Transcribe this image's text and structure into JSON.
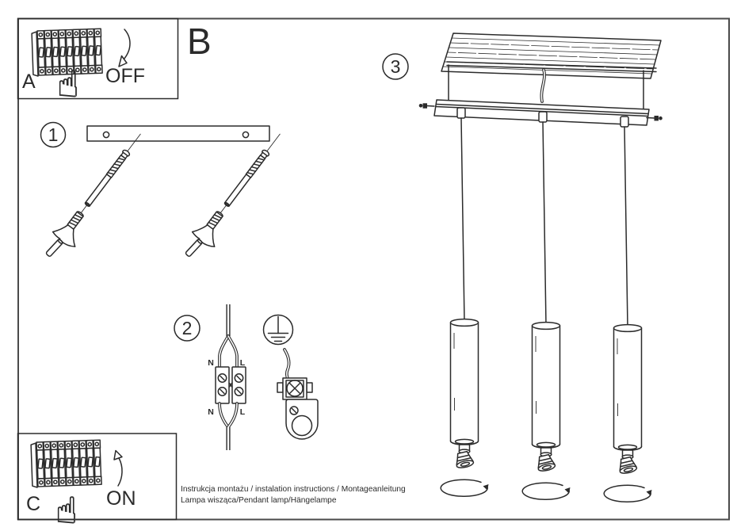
{
  "document": {
    "title_letter": "B",
    "footer_line1": "Instrukcja montażu / instalation instructions / Montageanleitung",
    "footer_line2": "Lampa wisząca/Pendant lamp/Hängelampe"
  },
  "panel_a": {
    "label": "A",
    "action": "OFF"
  },
  "panel_c": {
    "label": "C",
    "action": "ON"
  },
  "step_numbers": {
    "one": "1",
    "two": "2",
    "three": "3"
  },
  "wiring_labels": {
    "n_top": "N",
    "l_top": "L",
    "n_bottom": "N",
    "l_bottom": "L"
  },
  "colors": {
    "ink": "#2b2b2b",
    "paper": "#ffffff",
    "frame": "#4a4a4a"
  }
}
